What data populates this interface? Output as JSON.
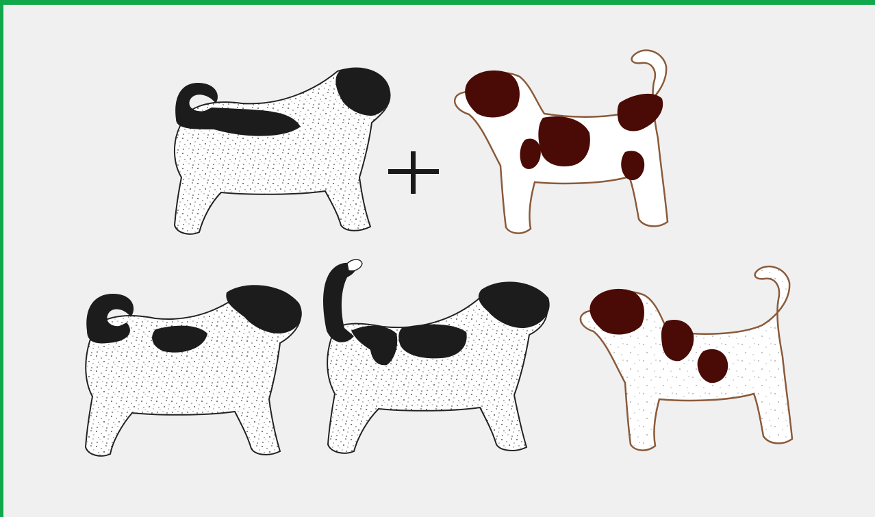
{
  "diagram": {
    "operator_symbol": "plus",
    "parents": [
      {
        "coat": "black-and-white",
        "tail": "curled"
      },
      {
        "coat": "brown-and-white",
        "tail": "curled-up"
      }
    ],
    "offspring": [
      {
        "coat": "black-and-white",
        "tail": "curled"
      },
      {
        "coat": "black-and-white",
        "tail": "upright"
      },
      {
        "coat": "brown-and-white",
        "tail": "curled-up"
      }
    ]
  },
  "colors": {
    "border": "#10a84a",
    "background": "#f0f0f0",
    "black_patch": "#1c1c1c",
    "brown_patch": "#4a0a05",
    "brown_outline": "#8a5a3a"
  }
}
